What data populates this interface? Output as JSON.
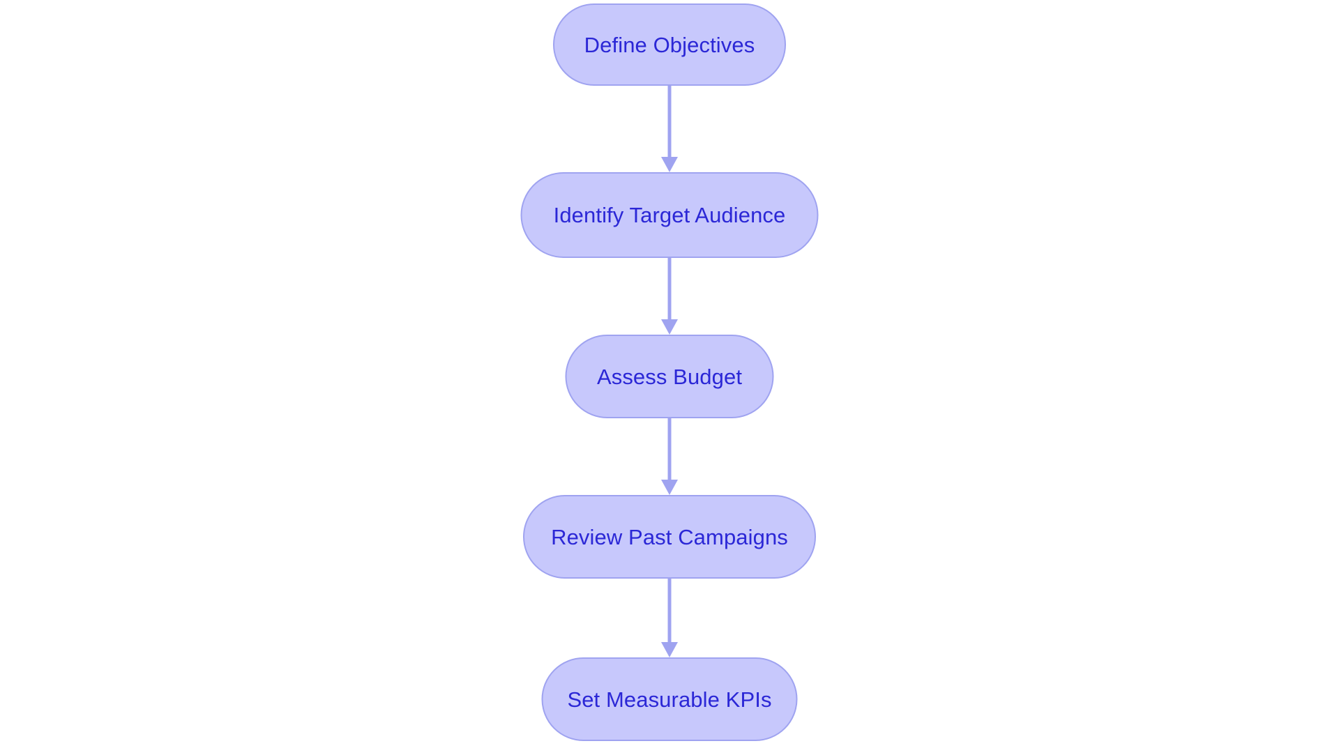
{
  "diagram": {
    "type": "flowchart",
    "orientation": "vertical-top-to-bottom",
    "background_color": "#ffffff",
    "node_fill_color": "#c7c8fc",
    "node_border_color": "#9fa3f0",
    "node_text_color": "#2b27d6",
    "connector_color": "#9fa3f0",
    "nodes": [
      {
        "id": "define-objectives",
        "label": "Define Objectives"
      },
      {
        "id": "identify-target-audience",
        "label": "Identify Target Audience"
      },
      {
        "id": "assess-budget",
        "label": "Assess Budget"
      },
      {
        "id": "review-past-campaigns",
        "label": "Review Past Campaigns"
      },
      {
        "id": "set-measurable-kpis",
        "label": "Set Measurable KPIs"
      }
    ],
    "edges": [
      {
        "from": "define-objectives",
        "to": "identify-target-audience",
        "arrow": "down"
      },
      {
        "from": "identify-target-audience",
        "to": "assess-budget",
        "arrow": "down"
      },
      {
        "from": "assess-budget",
        "to": "review-past-campaigns",
        "arrow": "down"
      },
      {
        "from": "review-past-campaigns",
        "to": "set-measurable-kpis",
        "arrow": "down"
      }
    ]
  }
}
